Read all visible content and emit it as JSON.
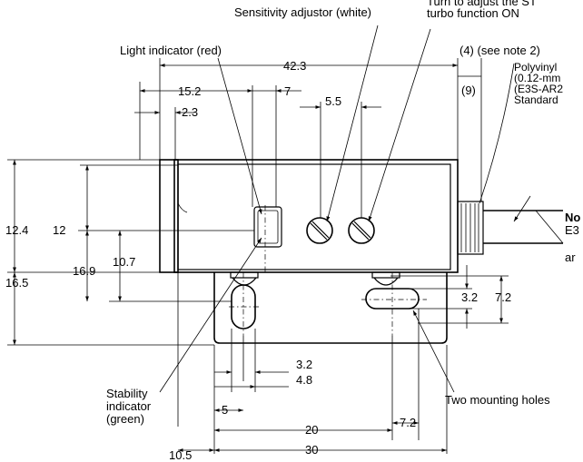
{
  "labels": {
    "sensitivity_adjustor": "Sensitivity adjustor (white)",
    "turbo_line1": "Turn to adjust the ST",
    "turbo_line2": "turbo function ON",
    "light_indicator": "Light indicator (red)",
    "note_ref": "(4) (see note 2)",
    "cable_line1": "Polyvinyl",
    "cable_line2": "(0.12-mm",
    "cable_line3": "(E3S-AR2",
    "cable_line4": "Standard",
    "note_n": "No",
    "note_e3": "E3",
    "note_ar": "ar",
    "stability_line1": "Stability",
    "stability_line2": "indicator",
    "stability_line3": "(green)",
    "mounting_holes": "Two mounting holes"
  },
  "dimensions": {
    "overall_length": "42.3",
    "d15_2": "15.2",
    "d7": "7",
    "d5_5": "5.5",
    "d2_3": "2.3",
    "d9": "(9)",
    "d12_4": "12.4",
    "d12": "12",
    "d16_9": "16.9",
    "d10_7": "10.7",
    "d16_5": "16.5",
    "d3_2_right": "3.2",
    "d7_2_right": "7.2",
    "d3_2_bottom": "3.2",
    "d4_8": "4.8",
    "d5": "5",
    "d20": "20",
    "d7_2_bottom": "7.2",
    "d10_5": "10.5",
    "d30": "30"
  }
}
